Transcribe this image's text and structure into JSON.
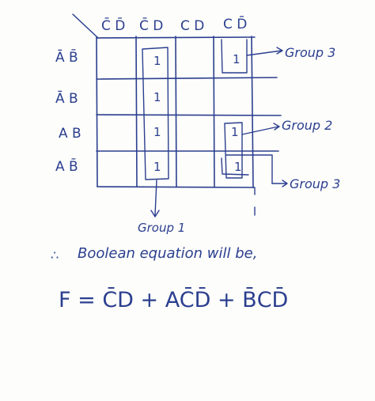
{
  "kmap": {
    "col_headers": [
      "C̄ D̄",
      "C̄ D",
      "C D",
      "C D̄"
    ],
    "row_headers": [
      "Ā B̄",
      "Ā B",
      "A B",
      "A B̄"
    ],
    "col0_group_cells": [
      "1",
      "1",
      "1",
      "1"
    ],
    "col3_row0": "1",
    "col3_row2": "1",
    "col3_row3": "1"
  },
  "labels": {
    "group3_top": "Group 3",
    "group2": "Group 2",
    "group3_bottom": "Group 3",
    "group1": "Group 1"
  },
  "text": {
    "therefore": "∴",
    "statement": "Boolean equation will be,",
    "equation": "F = C̄D + AC̄D̄ + B̄CD̄"
  },
  "colors": {
    "ink": "#2b3f8f",
    "paper": "#fdfdfb"
  }
}
